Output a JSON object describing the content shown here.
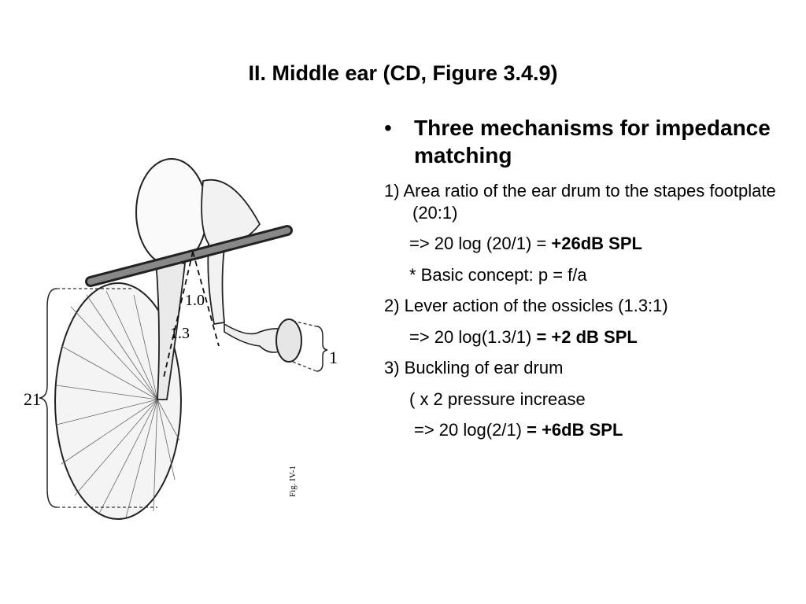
{
  "slide": {
    "title": "II. Middle ear (CD, Figure 3.4.9)"
  },
  "figure": {
    "labels": {
      "ratio_lever_long": "1.0",
      "ratio_lever_short": "1.3",
      "footplate": "1",
      "eardrum": "21",
      "caption": "Fig. IV-1"
    }
  },
  "content": {
    "heading": "Three mechanisms for impedance matching",
    "bullet_glyph": "•",
    "lines": [
      {
        "plain": "1) Area ratio of the ear drum to the stapes footplate (20:1)",
        "bold": ""
      },
      {
        "plain": "=> 20 log (20/1) = ",
        "bold": "+26dB SPL"
      },
      {
        "plain": "* Basic concept: p = f/a",
        "bold": ""
      },
      {
        "plain": "2) Lever action of the ossicles (1.3:1)",
        "bold": ""
      },
      {
        "plain": "=> 20 log(1.3/1)  ",
        "bold": "= +2 dB SPL"
      },
      {
        "plain": "3) Buckling of ear drum",
        "bold": ""
      },
      {
        "plain": "( x 2 pressure increase",
        "bold": ""
      },
      {
        "plain": "=> 20 log(2/1) ",
        "bold": "= +6dB SPL"
      }
    ]
  }
}
